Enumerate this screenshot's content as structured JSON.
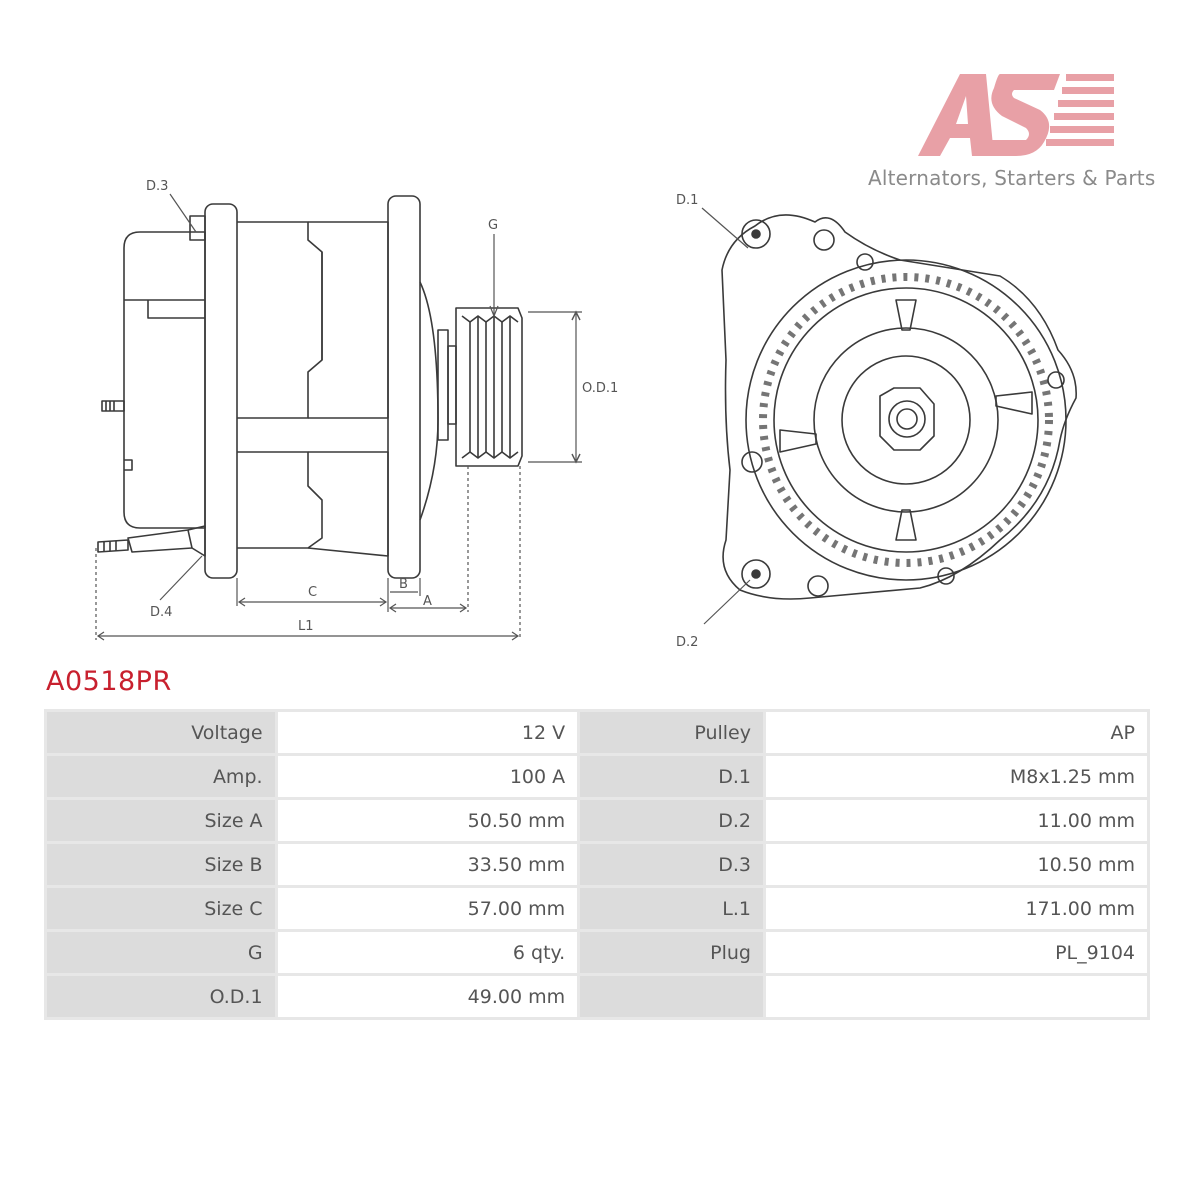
{
  "brand": {
    "tagline": "Alternators, Starters & Parts",
    "logo_text": "AS",
    "logo_color": "#e8a0a6"
  },
  "diagram": {
    "labels": {
      "d3": "D.3",
      "d4": "D.4",
      "g": "G",
      "od1": "O.D.1",
      "c": "C",
      "b": "B",
      "a": "A",
      "l1": "L1",
      "d1": "D.1",
      "d2": "D.2"
    }
  },
  "part_number": "A0518PR",
  "accent_color": "#c8202e",
  "specs": {
    "rows": [
      {
        "label1": "Voltage",
        "value1": "12 V",
        "label2": "Pulley",
        "value2": "AP"
      },
      {
        "label1": "Amp.",
        "value1": "100 A",
        "label2": "D.1",
        "value2": "M8x1.25 mm"
      },
      {
        "label1": "Size A",
        "value1": "50.50 mm",
        "label2": "D.2",
        "value2": "11.00 mm"
      },
      {
        "label1": "Size B",
        "value1": "33.50 mm",
        "label2": "D.3",
        "value2": "10.50 mm"
      },
      {
        "label1": "Size C",
        "value1": "57.00 mm",
        "label2": "L.1",
        "value2": "171.00 mm"
      },
      {
        "label1": "G",
        "value1": "6 qty.",
        "label2": "Plug",
        "value2": "PL_9104"
      },
      {
        "label1": "O.D.1",
        "value1": "49.00 mm",
        "label2": "",
        "value2": ""
      }
    ]
  }
}
